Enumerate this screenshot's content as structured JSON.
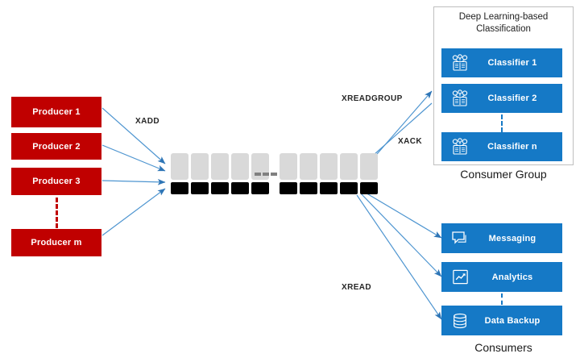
{
  "diagram": {
    "producers": [
      {
        "label": "Producer 1"
      },
      {
        "label": "Producer 2"
      },
      {
        "label": "Producer 3"
      },
      {
        "label": "Producer m"
      }
    ],
    "stream": {
      "segment_a_cells": 5,
      "segment_b_cells": 5,
      "top_color": "#D9D9D9",
      "bottom_color": "#000000",
      "gap_style": "dashed"
    },
    "commands": {
      "xadd": "XADD",
      "xreadgroup": "XREADGROUP",
      "xack": "XACK",
      "xread": "XREAD"
    },
    "consumer_group": {
      "title_line1": "Deep Learning-based",
      "title_line2": "Classification",
      "caption": "Consumer Group",
      "classifiers": [
        {
          "label": "Classifier 1",
          "icon": "ml-gears-book-icon"
        },
        {
          "label": "Classifier 2",
          "icon": "ml-gears-book-icon"
        },
        {
          "label": "Classifier n",
          "icon": "ml-gears-book-icon"
        }
      ]
    },
    "consumers": {
      "caption": "Consumers",
      "items": [
        {
          "label": "Messaging",
          "icon": "chat-bubbles-icon"
        },
        {
          "label": "Analytics",
          "icon": "line-chart-icon"
        },
        {
          "label": "Data Backup",
          "icon": "database-icon"
        }
      ]
    },
    "colors": {
      "producer_red": "#C00000",
      "service_blue": "#1579C6",
      "arrow_blue": "#2E75B6",
      "stream_gray": "#D9D9D9",
      "panel_border": "#BFBFBF"
    }
  }
}
